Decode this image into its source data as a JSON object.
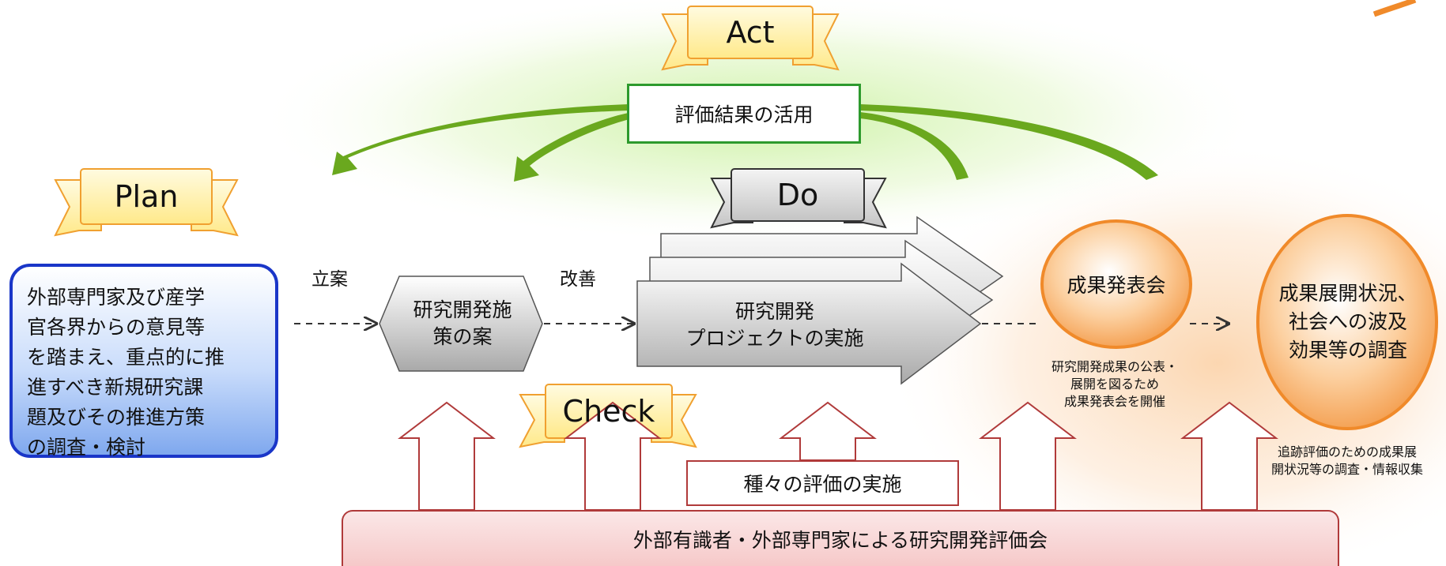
{
  "ribbons": {
    "act": "Act",
    "plan": "Plan",
    "do": "Do",
    "check": "Check"
  },
  "act_box": "評価結果の活用",
  "plan_box": [
    "外部専門家及び産学",
    "官各界からの意見等",
    "を踏まえ、重点的に推",
    "進すべき新規研究課",
    "題及びその推進方策",
    "の調査・検討"
  ],
  "labels": {
    "ritsuan": "立案",
    "kaizen": "改善"
  },
  "hexagon": [
    "研究開発施",
    "策の案"
  ],
  "project_arrow": [
    "研究開発",
    "プロジェクトの実施"
  ],
  "presentation_circle": "成果発表会",
  "presentation_note": [
    "研究開発成果の公表・",
    "展開を図るため",
    "成果発表会を開催"
  ],
  "survey_circle": [
    "成果展開状況、",
    "社会への波及",
    "効果等の調査"
  ],
  "survey_note": [
    "追跡評価のための成果展",
    "開状況等の調査・情報収集"
  ],
  "eval_box": "種々の評価の実施",
  "bottom_bar": "外部有識者・外部専門家による研究開発評価会",
  "colors": {
    "plan_border": "#1a36c8",
    "act_border": "#2d9a2d",
    "green_arrow": "#6aa81e",
    "orange_circle": "#f08a2a",
    "red_outline": "#b03a3a",
    "ribbon_fill": "#fff8c4",
    "ribbon_border": "#f0a030"
  }
}
